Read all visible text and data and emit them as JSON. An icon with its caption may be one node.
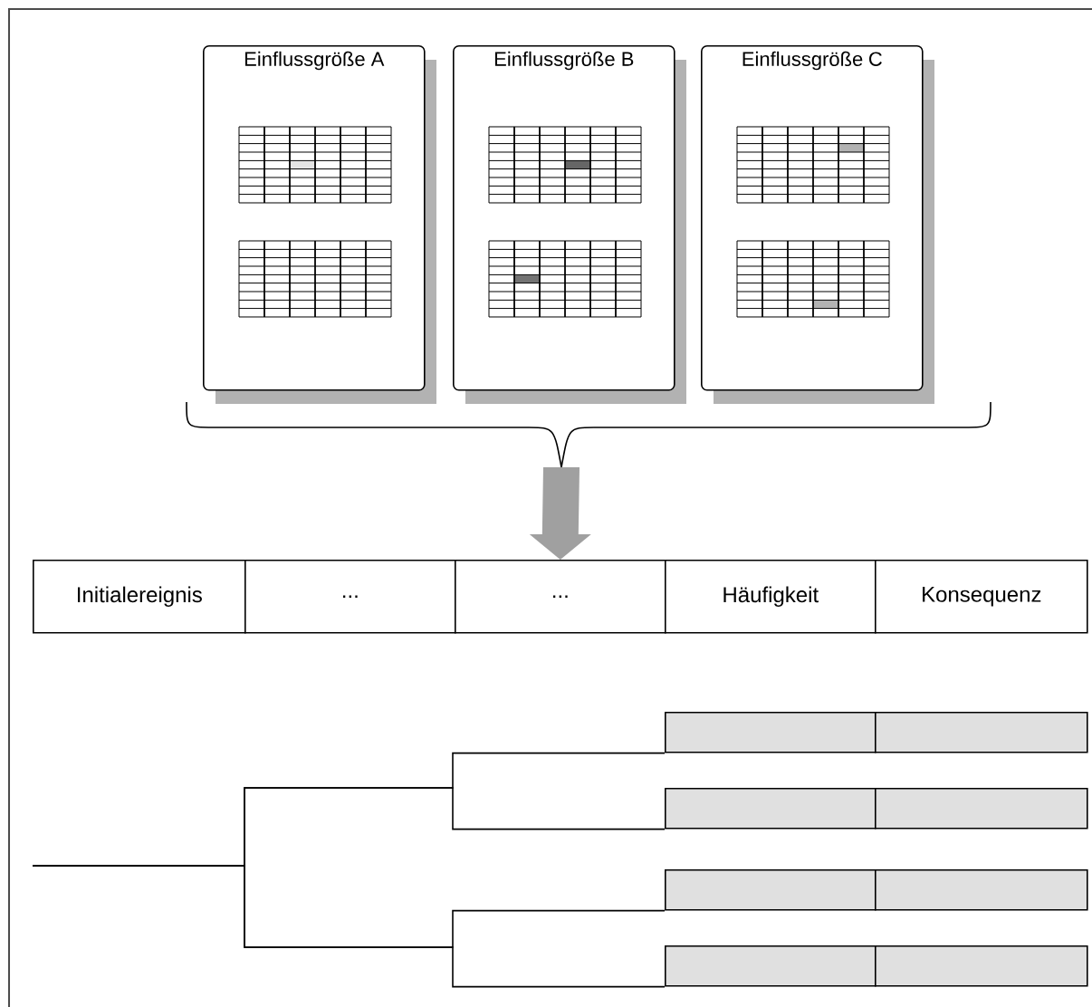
{
  "diagram": {
    "nodes": [
      {
        "text": [
          "Einflussgröße A"
        ]
      },
      {
        "text": [
          "Einflussgröße B"
        ]
      },
      {
        "text": [
          "Einflussgröße C"
        ]
      },
      {
        "text": [],
        "shape": "brace"
      },
      {
        "text": [
          "Initialereignis"
        ]
      },
      {
        "text": [
          "..."
        ]
      },
      {
        "text": [
          "..."
        ]
      },
      {
        "text": [
          "Häufigkeit"
        ]
      },
      {
        "text": [
          "Konsequenz"
        ]
      },
      {
        "text": [],
        "shape": "box"
      },
      {
        "text": [],
        "shape": "box"
      },
      {
        "text": [],
        "shape": "box"
      },
      {
        "text": [],
        "shape": "box"
      },
      {
        "text": [],
        "shape": "box"
      },
      {
        "text": [],
        "shape": "box"
      },
      {
        "text": [],
        "shape": "box"
      },
      {
        "text": [],
        "shape": "box"
      }
    ],
    "edges": [
      {
        "from": 3,
        "to": 6,
        "arrow": "to",
        "style": "thick",
        "color": "#a0a0a0"
      },
      {
        "from": null,
        "to": 9,
        "arrow": "none"
      },
      {
        "from": null,
        "to": 11,
        "arrow": "none"
      },
      {
        "from": null,
        "to": 13,
        "arrow": "none"
      },
      {
        "from": null,
        "to": 15,
        "arrow": "none"
      }
    ]
  }
}
